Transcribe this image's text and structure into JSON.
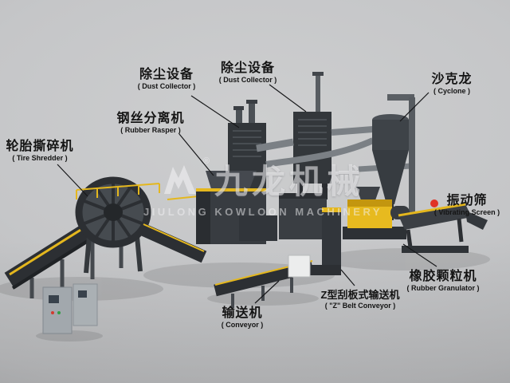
{
  "colors": {
    "background": "#c5c6c8",
    "machine_dark": "#33373b",
    "accent_yellow": "#e4b71e",
    "marker_red": "#e03226",
    "label_text": "#141414",
    "watermark_text": "#f4f4f6"
  },
  "watermark": {
    "registered_mark": "®",
    "logo_text": "九龙机械",
    "subtext": "JIULONG KOWLOON MACHINERY"
  },
  "labels": [
    {
      "id": "dust-collector-1",
      "zh": "除尘设备",
      "en": "( Dust Collector )"
    },
    {
      "id": "dust-collector-2",
      "zh": "除尘设备",
      "en": "( Dust Collector )"
    },
    {
      "id": "cyclone",
      "zh": "沙克龙",
      "en": "( Cyclone )"
    },
    {
      "id": "rubber-rasper",
      "zh": "钢丝分离机",
      "en": "( Rubber Rasper )"
    },
    {
      "id": "tire-shredder",
      "zh": "轮胎撕碎机",
      "en": "( Tire Shredder )"
    },
    {
      "id": "vibrating-screen",
      "zh": "振动筛",
      "en": "( Vibrating Screen )"
    },
    {
      "id": "rubber-granulator",
      "zh": "橡胶颗粒机",
      "en": "( Rubber Granulator )"
    },
    {
      "id": "z-belt-conveyor",
      "zh": "Z型刮板式输送机",
      "en": "( \"Z\" Belt Conveyor )"
    },
    {
      "id": "conveyor",
      "zh": "输送机",
      "en": "( Conveyor )"
    }
  ]
}
